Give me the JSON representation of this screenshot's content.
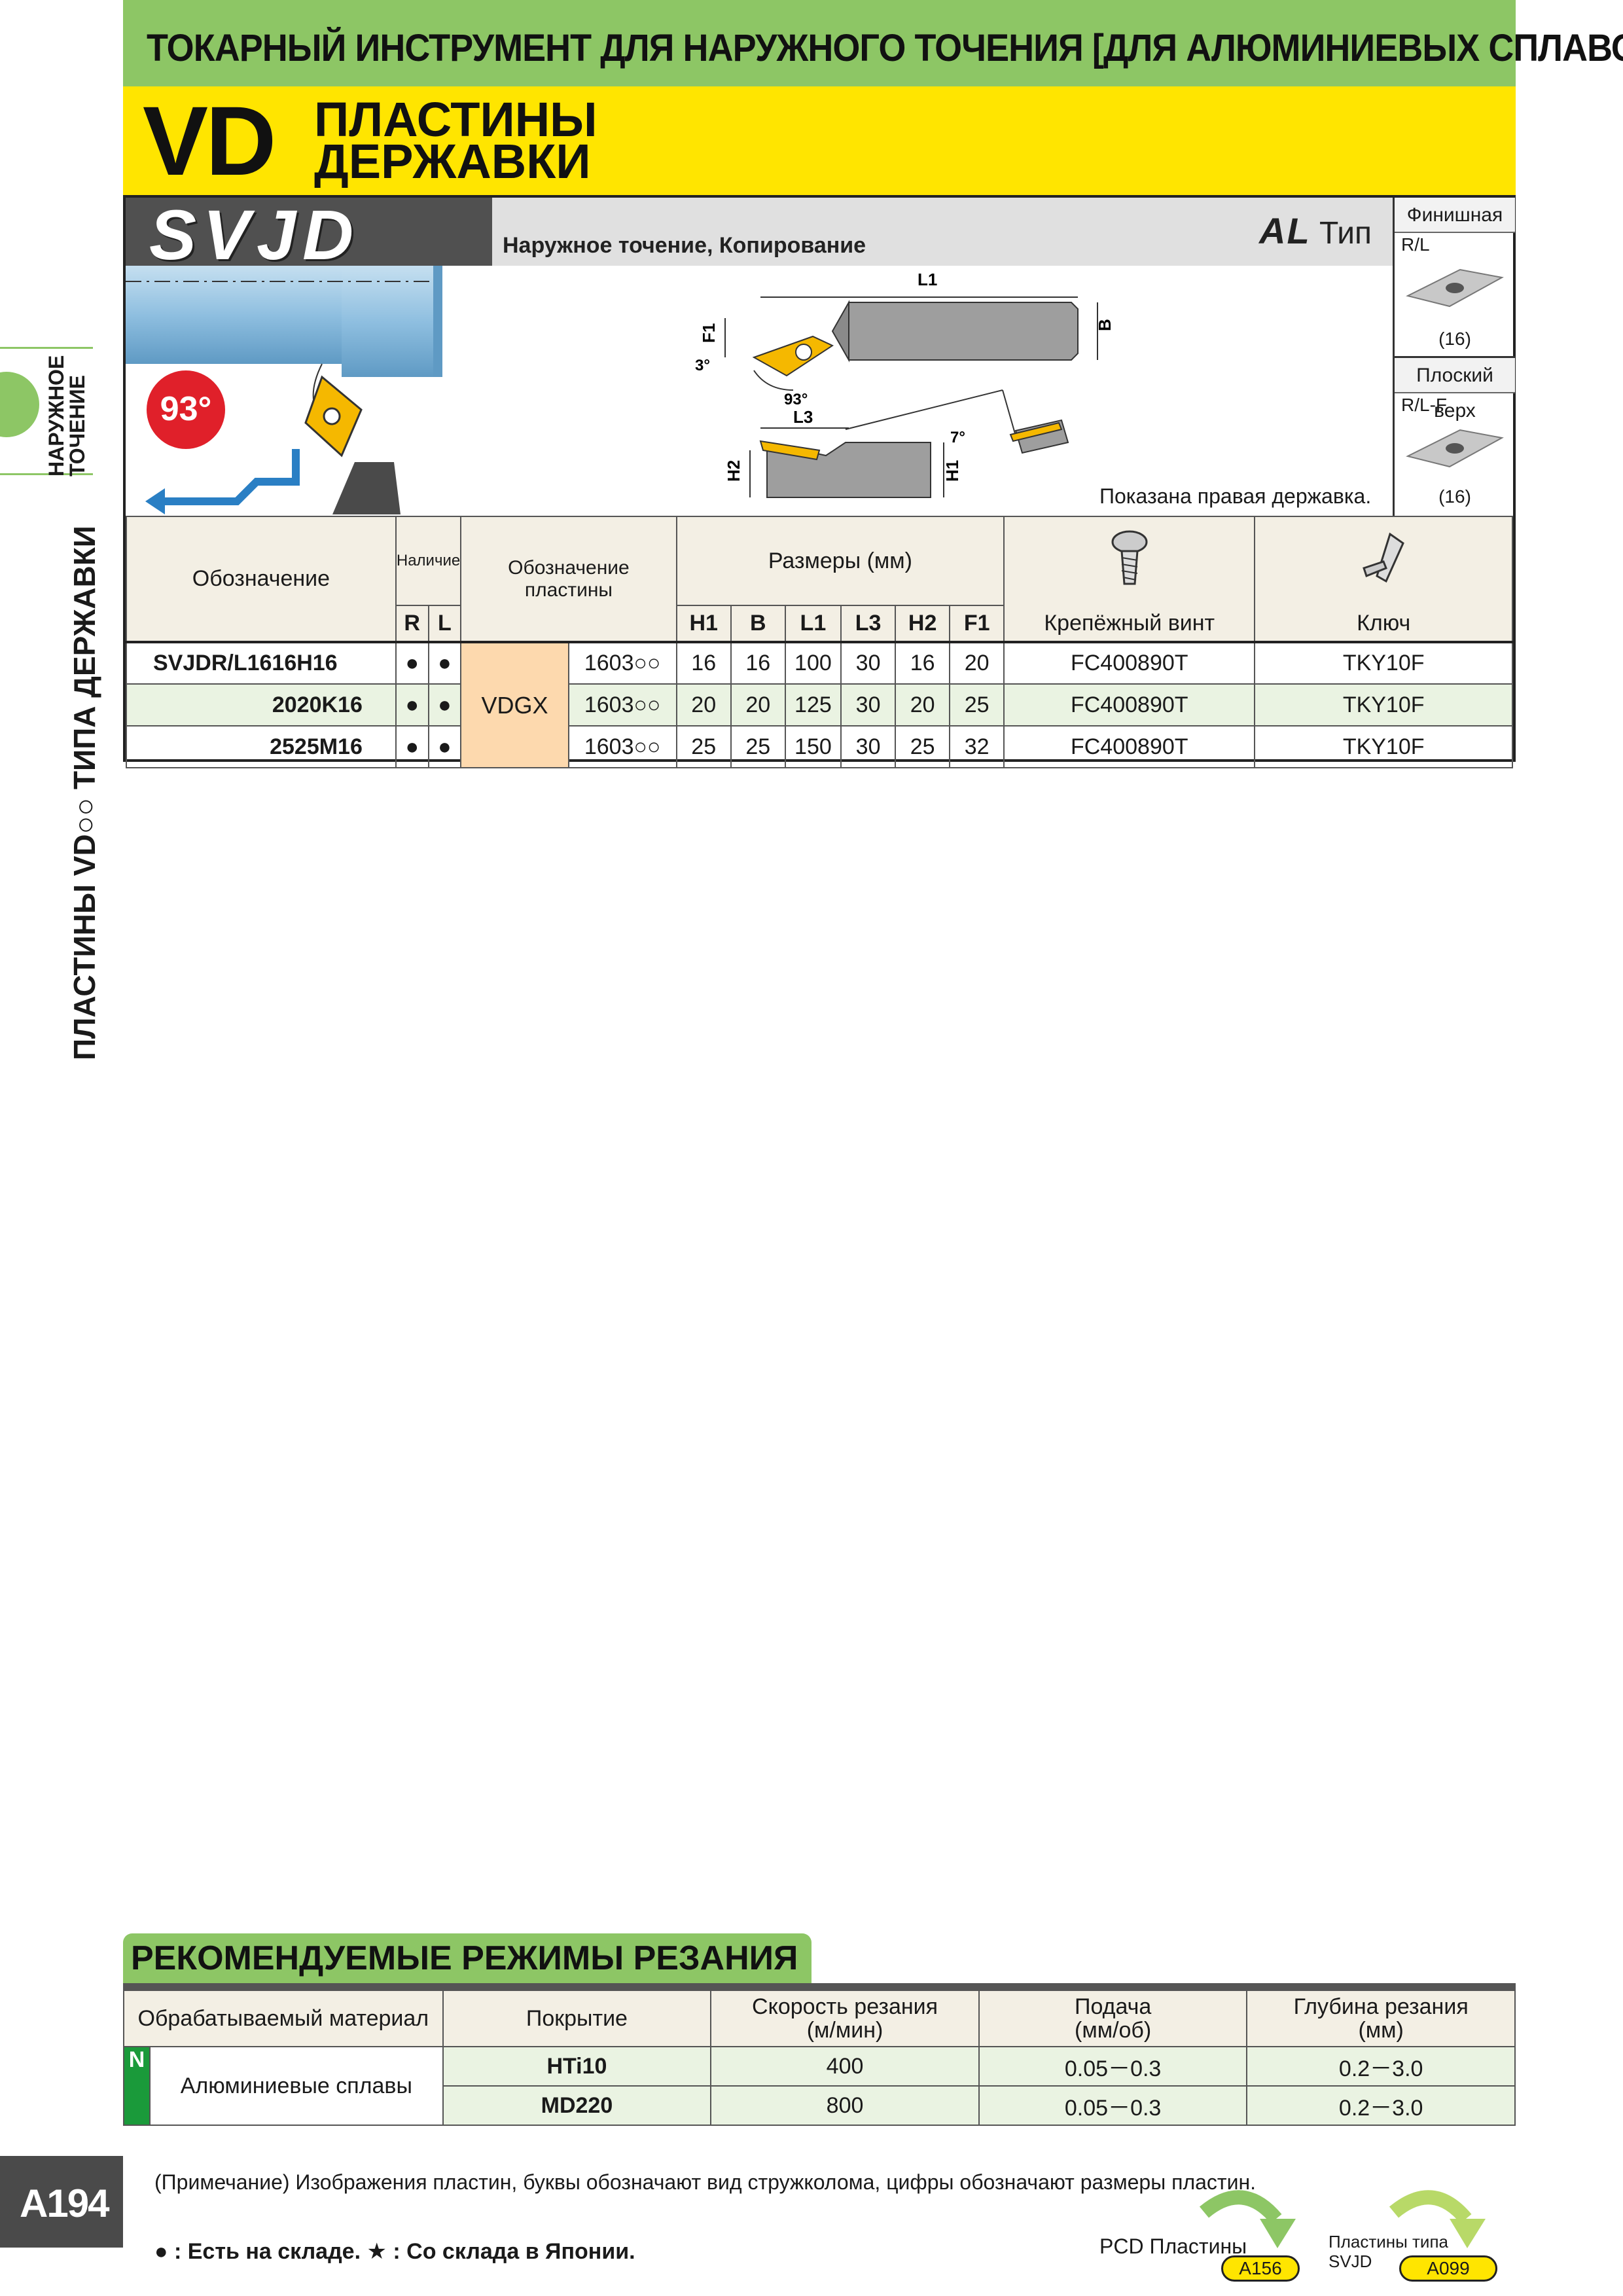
{
  "header": {
    "top_title": "ТОКАРНЫЙ ИНСТРУМЕНТ ДЛЯ НАРУЖНОГО ТОЧЕНИЯ [ДЛЯ АЛЮМИНИЕВЫХ СПЛАВОВ]",
    "vd": "VD",
    "line1": "ПЛАСТИНЫ",
    "line2": "ДЕРЖАВКИ"
  },
  "sidebar": {
    "tab_line1": "НАРУЖНОЕ",
    "tab_line2": "ТОЧЕНИЕ",
    "vertical_title": "ПЛАСТИНЫ VD○○ ТИПА ДЕРЖАВКИ"
  },
  "product": {
    "model": "SVJD",
    "operation": "Наружное точение, Копирование",
    "type_prefix": "AL",
    "type_suffix": "Тип",
    "angle": "93°",
    "shown_note": "Показана правая державка."
  },
  "diagram_labels": {
    "L1": "L1",
    "B": "B",
    "F1": "F1",
    "angle3": "3°",
    "angle93": "93°",
    "L3": "L3",
    "H2": "H2",
    "H1": "H1",
    "angle7": "7°"
  },
  "inserts": [
    {
      "title": "Финишная",
      "code": "R/L",
      "count": "(16)"
    },
    {
      "title": "Плоский верх",
      "code": "R/L-F",
      "count": "(16)"
    }
  ],
  "spec_table": {
    "headers": {
      "designation": "Обозначение",
      "stock": "Наличие",
      "R": "R",
      "L": "L",
      "insert": "Обозначение пластины",
      "dims": "Размеры (мм)",
      "H1": "H1",
      "B": "B",
      "L1": "L1",
      "L3": "L3",
      "H2": "H2",
      "F1": "F1",
      "screw": "Крепёжный винт",
      "key": "Ключ"
    },
    "insert_name": "VDGX",
    "rows": [
      {
        "model": "SVJDR/L1616H16",
        "R": "●",
        "L": "●",
        "insert": "1603○○",
        "H1": "16",
        "B": "16",
        "L1": "100",
        "L3": "30",
        "H2": "16",
        "F1": "20",
        "screw": "FC400890T",
        "key": "TKY10F"
      },
      {
        "model": "2020K16",
        "R": "●",
        "L": "●",
        "insert": "1603○○",
        "H1": "20",
        "B": "20",
        "L1": "125",
        "L3": "30",
        "H2": "20",
        "F1": "25",
        "screw": "FC400890T",
        "key": "TKY10F"
      },
      {
        "model": "2525M16",
        "R": "●",
        "L": "●",
        "insert": "1603○○",
        "H1": "25",
        "B": "25",
        "L1": "150",
        "L3": "30",
        "H2": "25",
        "F1": "32",
        "screw": "FC400890T",
        "key": "TKY10F"
      }
    ]
  },
  "conditions": {
    "title": "РЕКОМЕНДУЕМЫЕ РЕЖИМЫ РЕЗАНИЯ",
    "headers": {
      "material": "Обрабатываемый материал",
      "coating": "Покрытие",
      "speed_1": "Скорость резания",
      "speed_2": "(м/мин)",
      "feed_1": "Подача",
      "feed_2": "(мм/об)",
      "depth_1": "Глубина резания",
      "depth_2": "(мм)"
    },
    "group": "N",
    "material": "Алюминиевые сплавы",
    "rows": [
      {
        "coating": "HTi10",
        "speed": "400",
        "feed": "0.05－0.3",
        "depth": "0.2－3.0"
      },
      {
        "coating": "MD220",
        "speed": "800",
        "feed": "0.05－0.3",
        "depth": "0.2－3.0"
      }
    ]
  },
  "footer": {
    "page": "A194",
    "note": "(Примечание) Изображения пластин, буквы обозначают вид стружколома, цифры обозначают размеры пластин.",
    "legend": "● : Есть на складе.   ★ : Со склада в Японии.",
    "pcd_label": "PCD Пластины",
    "pcd_ref": "A156",
    "svjd_label_1": "Пластины типа",
    "svjd_label_2": "SVJD",
    "svjd_ref": "A099"
  },
  "colors": {
    "green": "#8dc665",
    "yellow": "#ffe500",
    "dark_grey": "#505050",
    "insert_gold": "#f5b800",
    "angle_red": "#e0202a",
    "arrow_blue": "#2a7fc4"
  }
}
